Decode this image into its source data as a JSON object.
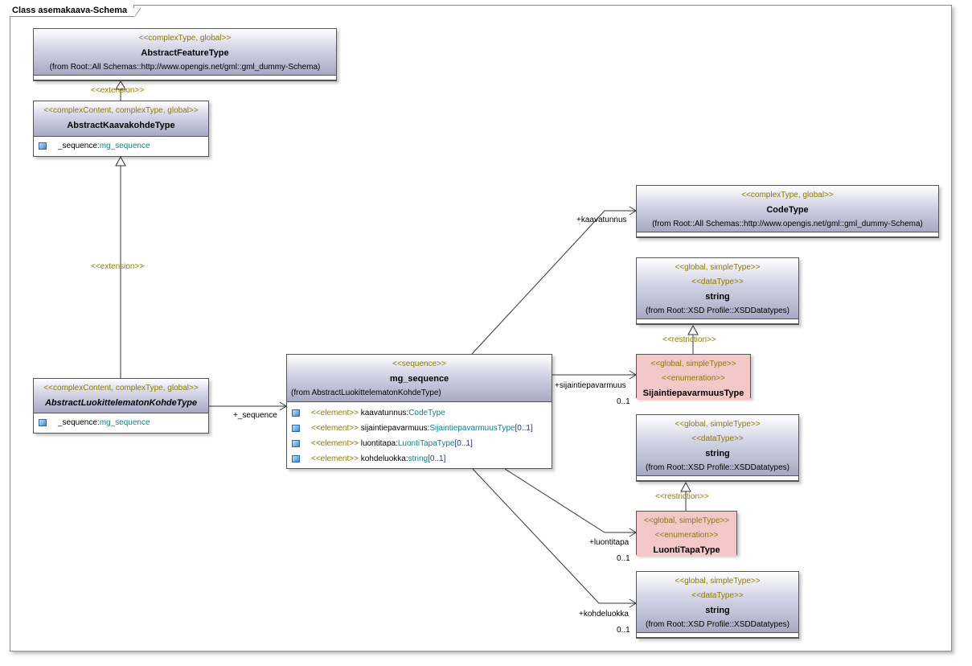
{
  "frame": {
    "title": "Class asemakaava-Schema"
  },
  "boxes": {
    "abstract_feature": {
      "stereotype": "<<complexType, global>>",
      "name": "AbstractFeatureType",
      "from": "(from Root::All Schemas::http://www.opengis.net/gml::gml_dummy-Schema)"
    },
    "abstract_kaavakohde": {
      "stereotype": "<<complexContent, complexType, global>>",
      "name": "AbstractKaavakohdeType",
      "attr_name": "_sequence:",
      "attr_type": "mg_sequence"
    },
    "abstract_luokittelematon": {
      "stereotype": "<<complexContent, complexType, global>>",
      "name": "AbstractLuokittelematonKohdeType",
      "attr_name": "_sequence:",
      "attr_type": "mg_sequence"
    },
    "mg_sequence": {
      "stereotype": "<<sequence>>",
      "name": "mg_sequence",
      "from": "(from AbstractLuokittelematonKohdeType)",
      "attrs": [
        {
          "stereo": "<<element>>",
          "name": " kaavatunnus:",
          "type": "CodeType",
          "mult": ""
        },
        {
          "stereo": "<<element>>",
          "name": " sijaintiepavarmuus:",
          "type": "SijaintiepavarmuusType",
          "mult": "[0..1]"
        },
        {
          "stereo": "<<element>>",
          "name": " luontitapa:",
          "type": "LuontiTapaType",
          "mult": "[0..1]"
        },
        {
          "stereo": "<<element>>",
          "name": " kohdeluokka:",
          "type": "string",
          "mult": "[0..1]"
        }
      ]
    },
    "code_type": {
      "stereotype": "<<complexType, global>>",
      "name": "CodeType",
      "from": "(from Root::All Schemas::http://www.opengis.net/gml::gml_dummy-Schema)"
    },
    "string1": {
      "stereotype": "<<global, simpleType>>",
      "stereotype2": "<<dataType>>",
      "name": "string",
      "from": "(from Root::XSD Profile::XSDDatatypes)"
    },
    "sijainti": {
      "stereotype": "<<global, simpleType>>",
      "stereotype2": "<<enumeration>>",
      "name": "SijaintiepavarmuusType"
    },
    "string2": {
      "stereotype": "<<global, simpleType>>",
      "stereotype2": "<<dataType>>",
      "name": "string",
      "from": "(from Root::XSD Profile::XSDDatatypes)"
    },
    "luontitapa": {
      "stereotype": "<<global, simpleType>>",
      "stereotype2": "<<enumeration>>",
      "name": "LuontiTapaType"
    },
    "string3": {
      "stereotype": "<<global, simpleType>>",
      "stereotype2": "<<dataType>>",
      "name": "string",
      "from": "(from Root::XSD Profile::XSDDatatypes)"
    }
  },
  "labels": {
    "extension1": "<<extension>>",
    "extension2": "<<extension>>",
    "restriction1": "<<restriction>>",
    "restriction2": "<<restriction>>",
    "sequence_role": "+_sequence",
    "kaavatunnus_role": "+kaavatunnus",
    "sijainti_role": "+sijaintiepavarmuus",
    "sijainti_mult": "0..1",
    "luontitapa_role": "+luontitapa",
    "luontitapa_mult": "0..1",
    "kohdeluokka_role": "+kohdeluokka",
    "kohdeluokka_mult": "0..1"
  }
}
